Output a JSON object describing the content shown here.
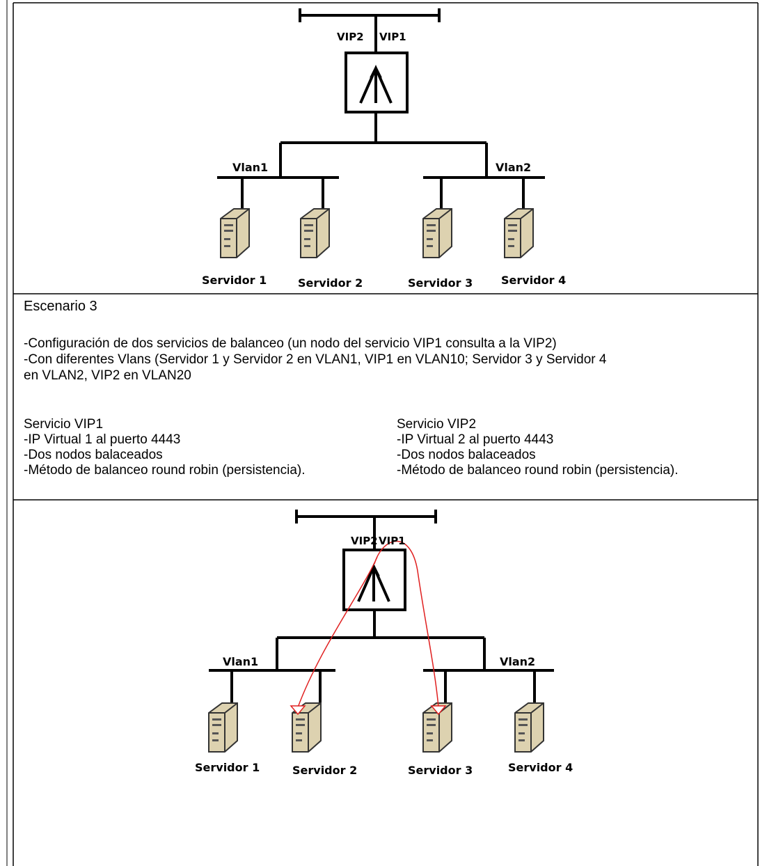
{
  "diagram1": {
    "vip_left": "VIP2",
    "vip_right": "VIP1",
    "vlan_left": "Vlan1",
    "vlan_right": "Vlan2",
    "servers": [
      "Servidor 1",
      "Servidor 2",
      "Servidor 3",
      "Servidor 4"
    ]
  },
  "scenario": {
    "title": "Escenario 3",
    "line1": "-Configuración de dos servicios de balanceo (un nodo del servicio VIP1 consulta a la VIP2)",
    "line2": "-Con diferentes Vlans (Servidor 1 y Servidor 2 en VLAN1, VIP1 en VLAN10; Servidor 3 y Servidor 4",
    "line3": "en VLAN2, VIP2 en VLAN20",
    "service1": {
      "title": "Servicio VIP1",
      "items": [
        "-IP Virtual 1 al puerto 4443",
        "-Dos nodos balaceados",
        "-Método de balanceo round robin (persistencia)."
      ]
    },
    "service2": {
      "title": "Servicio VIP2",
      "items": [
        "-IP Virtual 2 al puerto 4443",
        "-Dos nodos balaceados",
        "-Método de balanceo round robin (persistencia)."
      ]
    }
  },
  "diagram2": {
    "vip_left": "VIP2",
    "vip_right": "VIP1",
    "vlan_left": "Vlan1",
    "vlan_right": "Vlan2",
    "servers": [
      "Servidor 1",
      "Servidor 2",
      "Servidor 3",
      "Servidor 4"
    ]
  },
  "colors": {
    "border": "#000000",
    "arrow": "#e02020"
  }
}
